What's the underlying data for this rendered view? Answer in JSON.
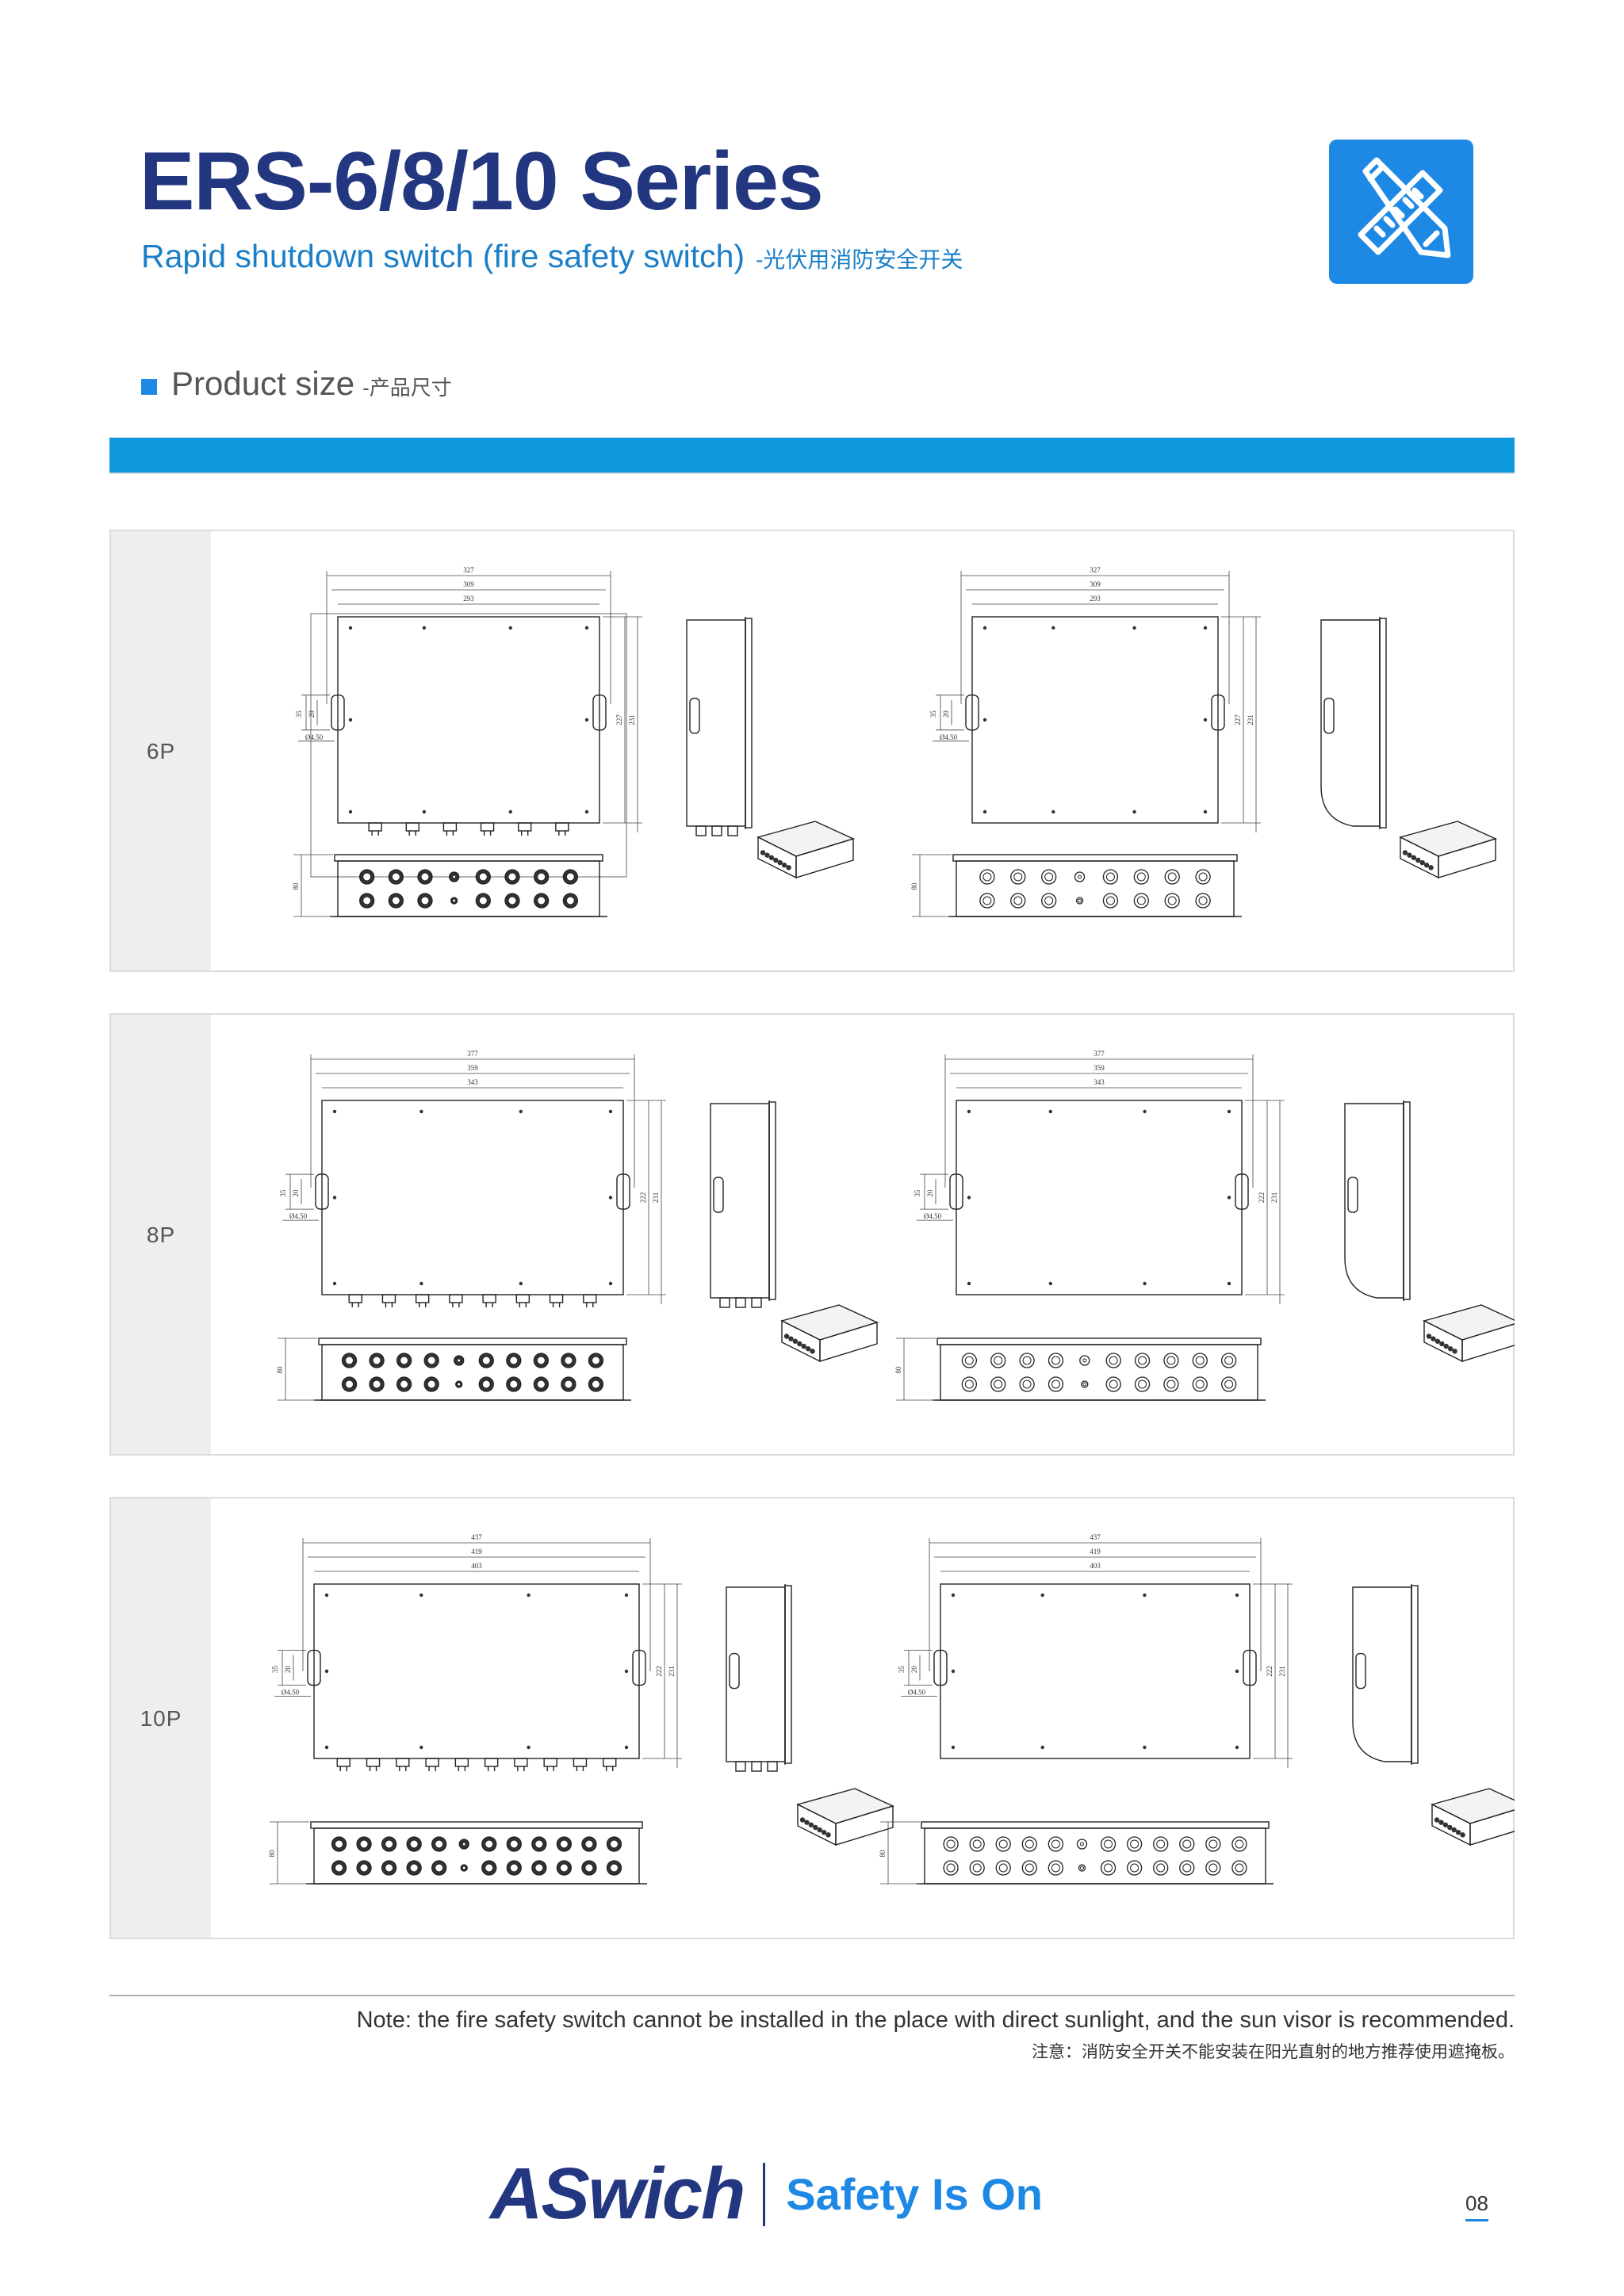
{
  "header": {
    "title": "ERS-6/8/10 Series",
    "subtitle_en": "Rapid shutdown switch (fire safety switch)",
    "subtitle_cn": "-光伏用消防安全开关",
    "icon": "ruler-pencil-icon"
  },
  "section": {
    "title_en": "Product size",
    "title_cn": "-产品尺寸"
  },
  "panels": [
    {
      "label": "6P",
      "dims": {
        "w_outer": "327",
        "w_mid": "309",
        "w_inner": "293",
        "h1": "227",
        "h2": "231",
        "side1": "20",
        "side2": "35",
        "hole": "Ø4.50",
        "depth": "80"
      }
    },
    {
      "label": "8P",
      "dims": {
        "w_outer": "377",
        "w_mid": "359",
        "w_inner": "343",
        "h1": "222",
        "h2": "231",
        "side1": "20",
        "side2": "35",
        "hole": "Ø4.50",
        "depth": "80"
      }
    },
    {
      "label": "10P",
      "dims": {
        "w_outer": "437",
        "w_mid": "419",
        "w_inner": "403",
        "h1": "222",
        "h2": "231",
        "side1": "20",
        "side2": "35",
        "hole": "Ø4.50",
        "depth": "80"
      }
    }
  ],
  "note": {
    "en": "Note: the fire safety switch cannot be installed in the place with direct sunlight, and the sun visor is recommended.",
    "cn": "注意：消防安全开关不能安装在阳光直射的地方推荐使用遮掩板。"
  },
  "footer": {
    "brand": "ASwich",
    "slogan": "Safety Is On",
    "page": "08"
  },
  "colors": {
    "title": "#233680",
    "accent": "#1e88e5",
    "bar": "#0f97dd"
  }
}
